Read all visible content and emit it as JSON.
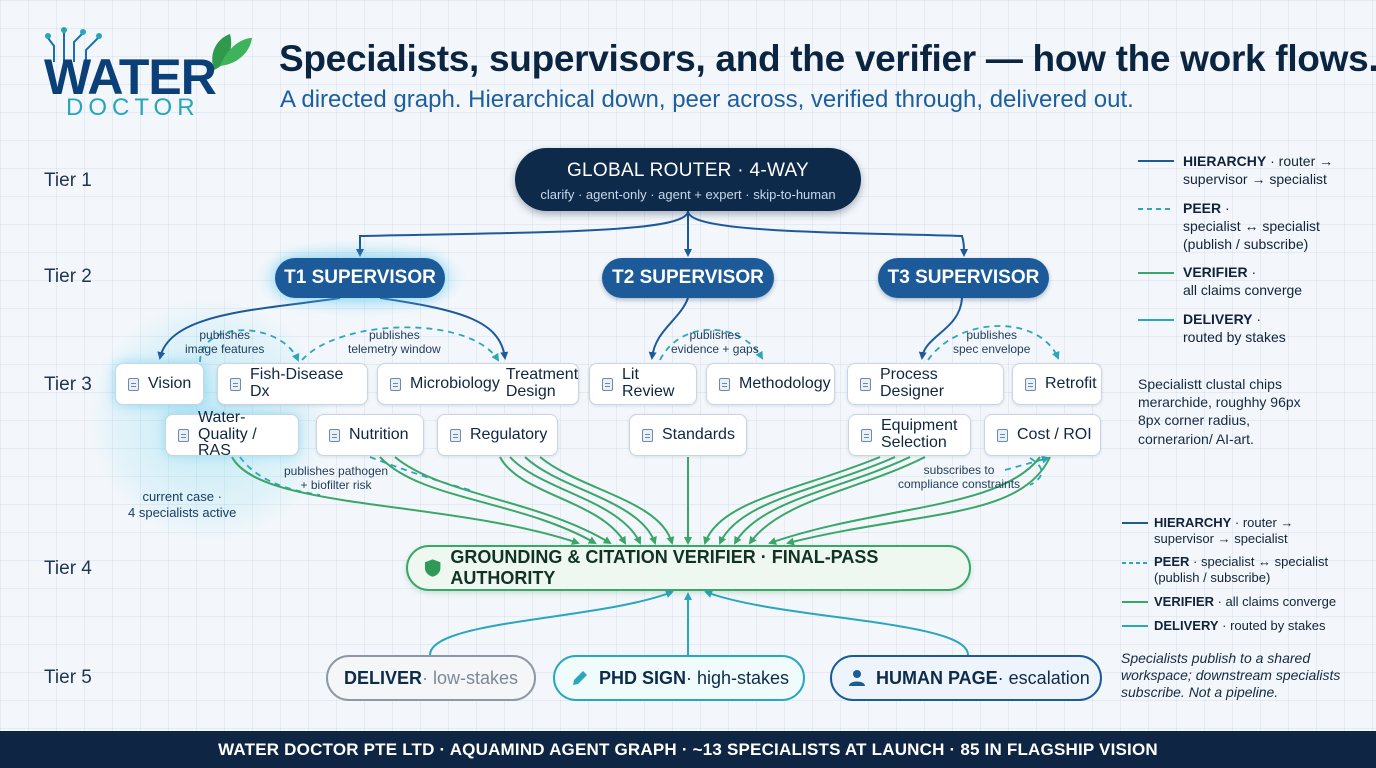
{
  "header": {
    "logo_main": "WATER",
    "logo_sub": "DOCTOR",
    "title": "Specialists, supervisors, and the verifier — how the work flows.",
    "subtitle": "A directed graph. Hierarchical down, peer across, verified through, delivered out."
  },
  "tiers": [
    "Tier 1",
    "Tier 2",
    "Tier 3",
    "Tier 4",
    "Tier 5"
  ],
  "router": {
    "title": "GLOBAL ROUTER · 4-WAY",
    "subtitle": "clarify · agent-only · agent + expert · skip-to-human"
  },
  "supervisors": [
    "T1 SUPERVISOR",
    "T2 SUPERVISOR",
    "T3 SUPERVISOR"
  ],
  "specialists": [
    "Vision",
    "Fish-Disease Dx",
    "Microbiology",
    "Treatment Design",
    "Lit Review",
    "Methodology",
    "Process Designer",
    "Retrofit",
    "Water-Quality / RAS",
    "Nutrition",
    "Regulatory",
    "Standards",
    "Equipment Selection",
    "Cost / ROI"
  ],
  "edge_labels": {
    "image_features": "publishes\nimage features",
    "telemetry": "publishes\ntelemetry window",
    "evidence": "publishes\nevidence + gaps",
    "spec": "publishes\nspec envelope",
    "pathogen": "publishes pathogen\n+ biofilter risk",
    "compliance": "subscribes to\ncompliance constraints"
  },
  "case_note": "current case ·\n4 specialists active",
  "verifier": "GROUNDING & CITATION VERIFIER · FINAL-PASS AUTHORITY",
  "delivery": [
    {
      "strong": "DELIVER",
      "rest": " · low-stakes"
    },
    {
      "strong": "PHD SIGN",
      "rest": " · high-stakes"
    },
    {
      "strong": "HUMAN PAGE",
      "rest": " · escalation"
    }
  ],
  "legend_top": [
    {
      "key": "HIERARCHY",
      "text": " · router →\nsupervisor → specialist"
    },
    {
      "key": "PEER",
      "text": " ·\nspecialist ↔ specialist\n(publish / subscribe)"
    },
    {
      "key": "VERIFIER",
      "text": " ·\nall claims converge"
    },
    {
      "key": "DELIVERY",
      "text": " ·\nrouted by stakes"
    }
  ],
  "side_note": "Specialistt clustal chips\nmerarchide, roughhy 96px\n8px corner radius,\ncornerarion/ AI-art.",
  "legend_bottom": [
    {
      "key": "HIERARCHY",
      "text": " · router →\nsupervisor → specialist"
    },
    {
      "key": "PEER",
      "text": " · specialist ↔ specialist\n(publish / subscribe)"
    },
    {
      "key": "VERIFIER",
      "text": " · all claims converge"
    },
    {
      "key": "DELIVERY",
      "text": " · routed by stakes"
    }
  ],
  "bottom_note": "Specialists publish to a shared\nworkspace; downstream specialists\nsubscribe. Not a pipeline.",
  "footer": "WATER DOCTOR PTE LTD  · AQUAMIND AGENT GRAPH · ~13 SPECIALISTS AT LAUNCH  · 85 IN FLAGSHIP VISION",
  "colors": {
    "hierarchy": "#1c5a99",
    "peer": "#2aa6bd",
    "verifier": "#3aa667",
    "delivery": "#2aa6bd",
    "router": "#0e2a4a",
    "footer": "#0e2643"
  }
}
